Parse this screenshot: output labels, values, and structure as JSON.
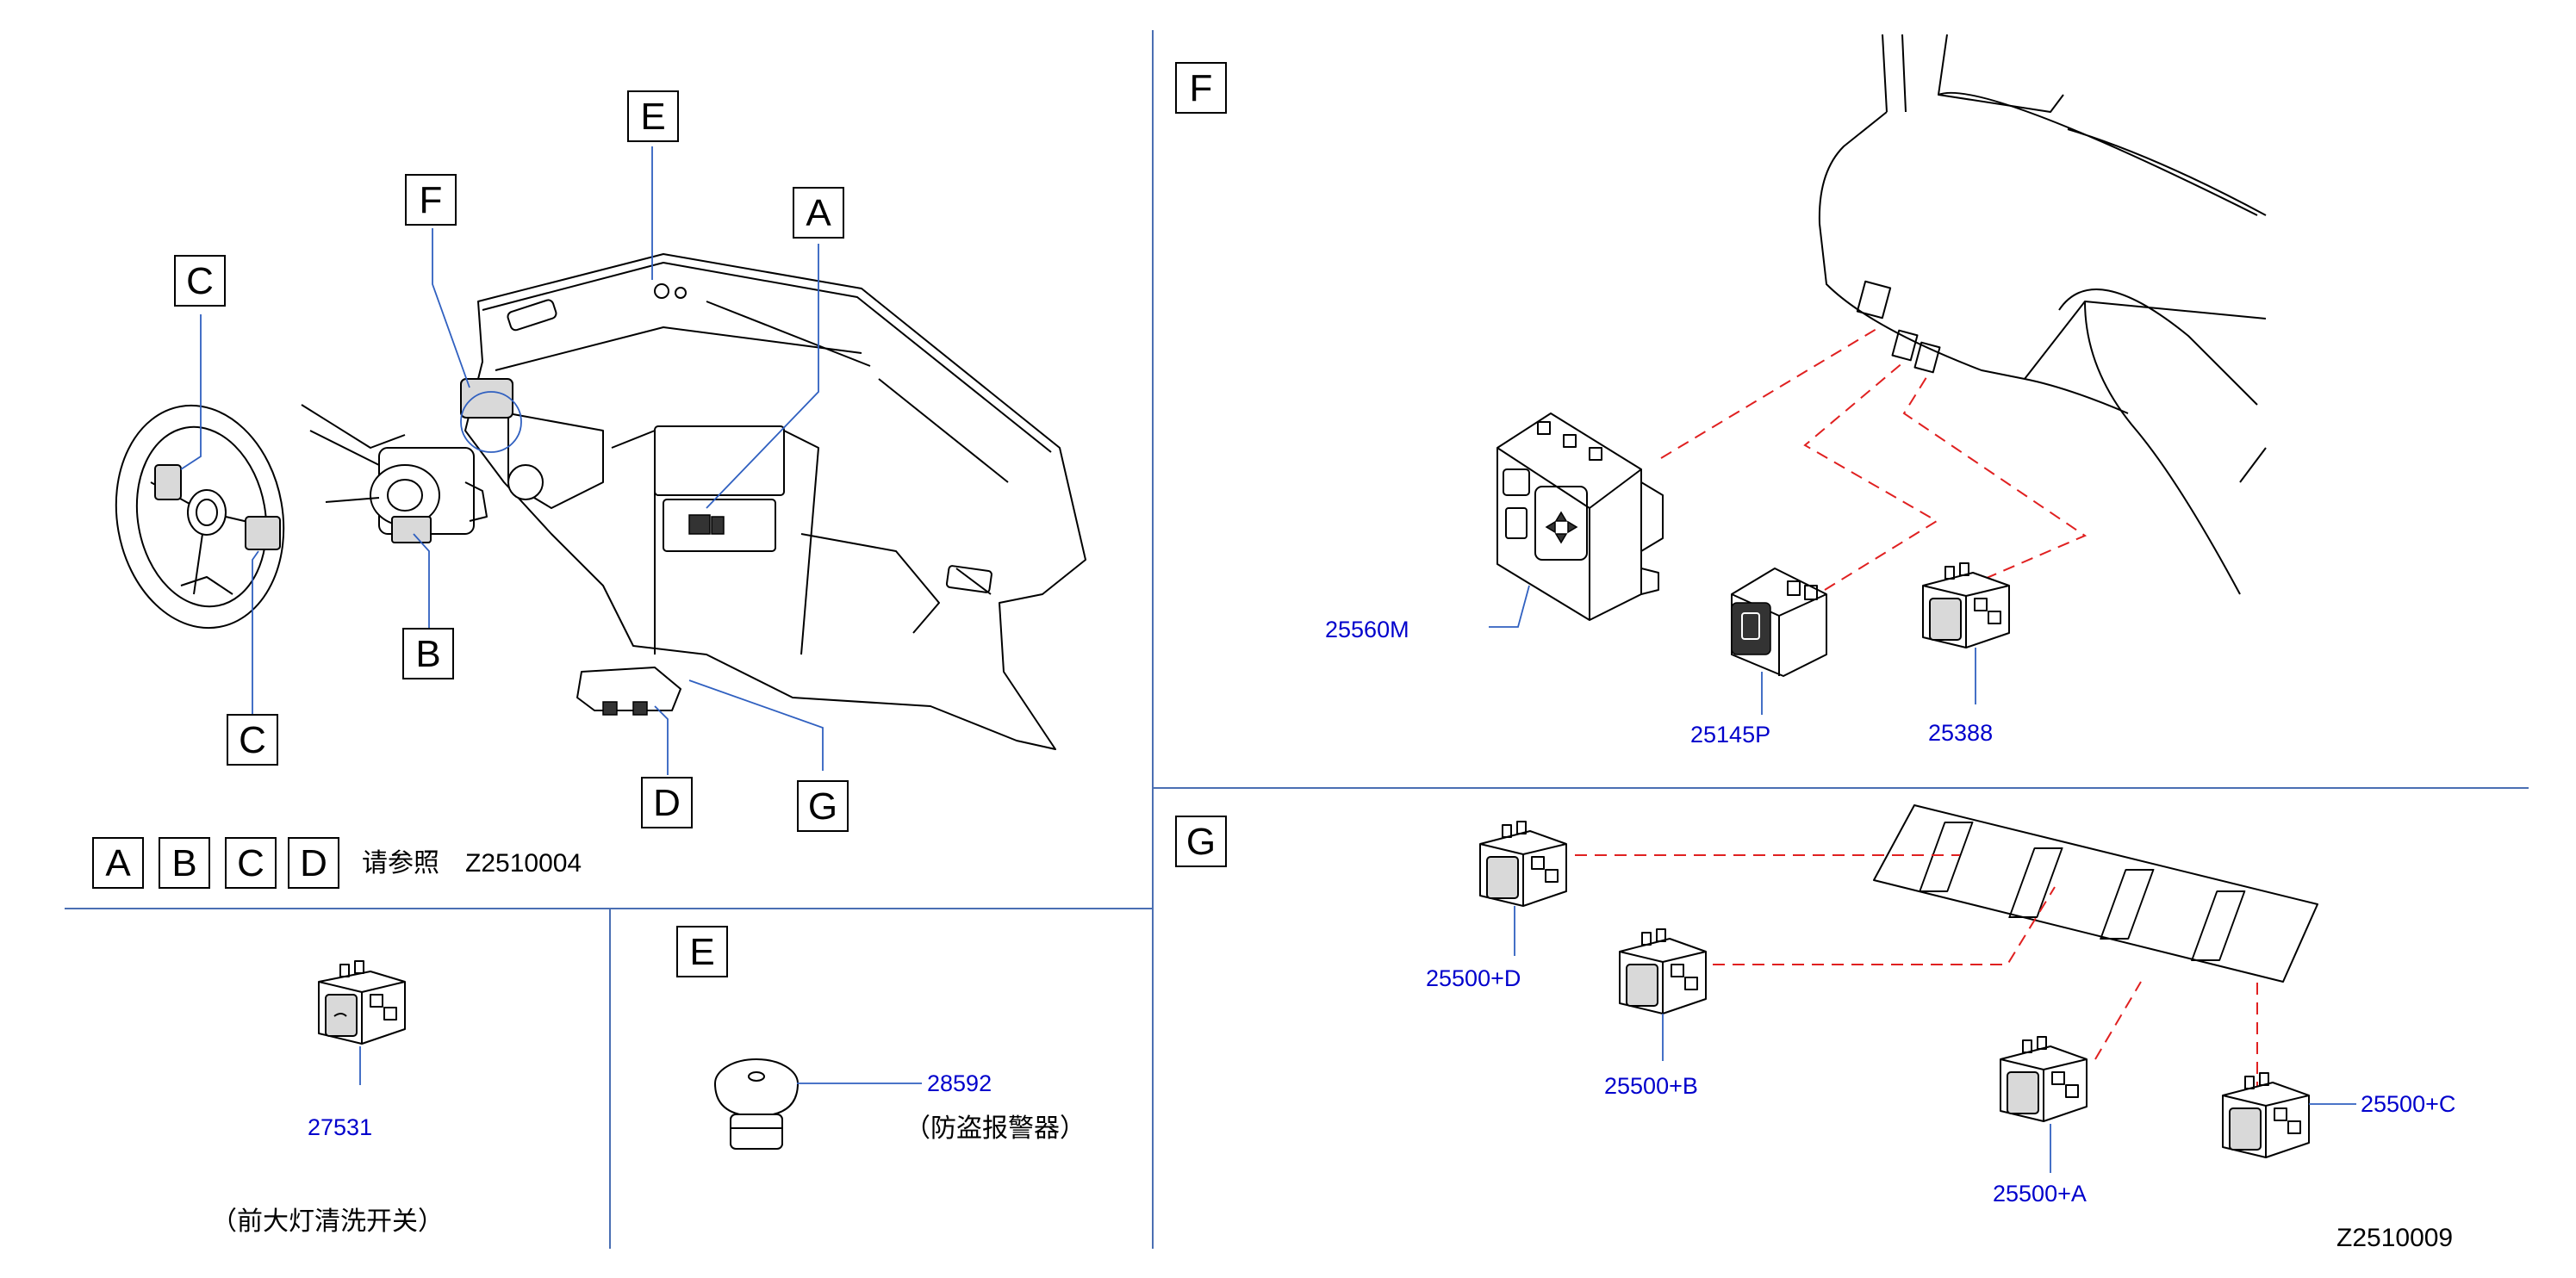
{
  "panel_labels": {
    "main_A": "A",
    "main_B": "B",
    "main_C_top": "C",
    "main_C_bottom": "C",
    "main_D": "D",
    "main_E": "E",
    "main_F": "F",
    "main_G": "G",
    "ref_A": "A",
    "ref_B": "B",
    "ref_C": "C",
    "ref_D": "D",
    "section_E": "E",
    "section_F": "F",
    "section_G": "G"
  },
  "reference": {
    "text": "请参照",
    "code": "Z2510004"
  },
  "parts": {
    "p27531": "27531",
    "p27531_note": "（前大灯清洗开关）",
    "p28592": "28592",
    "p28592_note": "（防盗报警器）",
    "p25560M": "25560M",
    "p25145P": "25145P",
    "p25388": "25388",
    "p25500D": "25500+D",
    "p25500B": "25500+B",
    "p25500A": "25500+A",
    "p25500C": "25500+C"
  },
  "diagram_code": "Z2510009"
}
